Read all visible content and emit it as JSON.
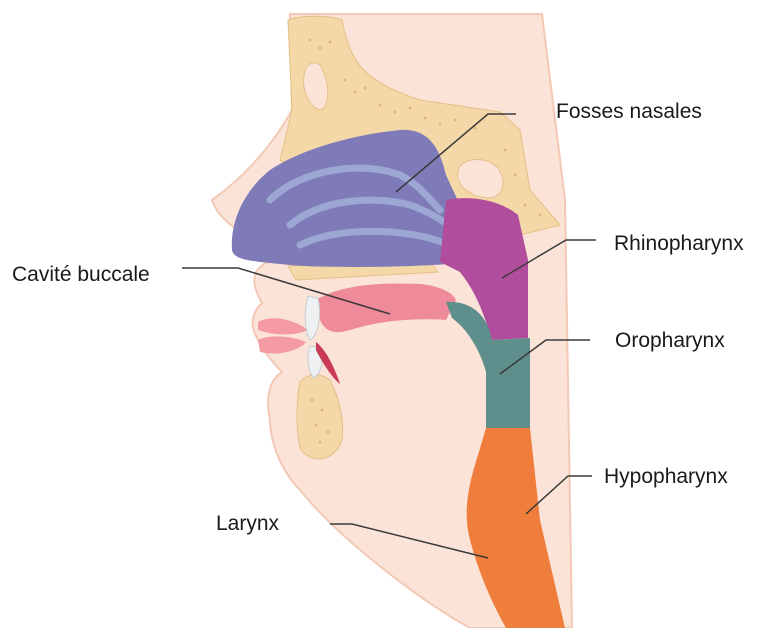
{
  "labels": {
    "fosses_nasales": "Fosses nasales",
    "rhinopharynx": "Rhinopharynx",
    "cavite_buccale": "Cavité buccale",
    "oropharynx": "Oropharynx",
    "hypopharynx": "Hypopharynx",
    "larynx": "Larynx"
  },
  "colors": {
    "skin": "#fbe3d8",
    "skin_outline": "#f3c9b6",
    "bone": "#f4d8a8",
    "bone_dots": "#e2b47c",
    "nasal_cavity": "#7f7bb8",
    "nasal_highlight": "#a6b7dc",
    "rhinopharynx": "#b04d9c",
    "oral_cavity": "#ee8a9a",
    "oropharynx": "#5e8f8c",
    "hypopharynx": "#ef7d3c",
    "lips": "#f49aa3",
    "teeth": "#eef0f2",
    "leader_line": "#3a3a3a"
  }
}
